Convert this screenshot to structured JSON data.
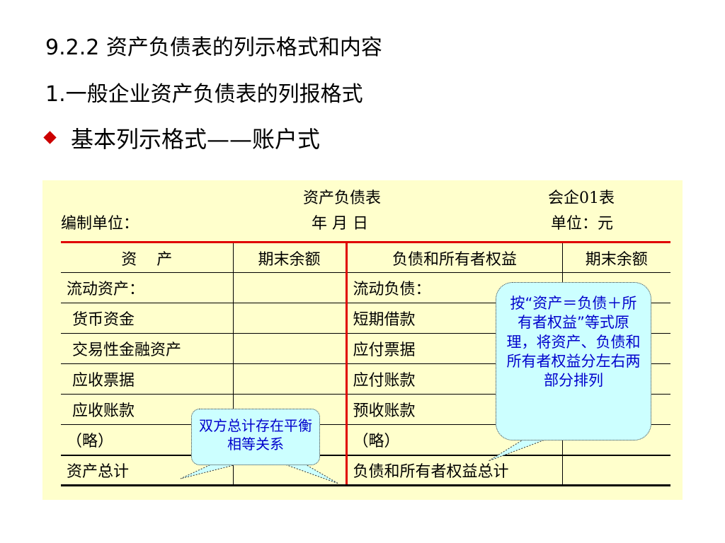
{
  "headings": {
    "section": "9.2.2  资产负债表的列示格式和内容",
    "subsection": "1.一般企业资产负债表的列报格式",
    "bullet": "基本列示格式——账户式"
  },
  "form": {
    "title": "资产负债表",
    "form_code": "会企01表",
    "prepared_by": "编制单位：",
    "date": "年  月  日",
    "unit": "单位：元"
  },
  "table": {
    "headers": [
      "资    产",
      "期末余额",
      "负债和所有者权益",
      "期末余额"
    ],
    "rows": [
      [
        "流动资产：",
        "",
        "流动负债：",
        ""
      ],
      [
        " 货币资金",
        "",
        "短期借款",
        ""
      ],
      [
        " 交易性金融资产",
        "",
        "应付票据",
        ""
      ],
      [
        " 应收票据",
        "",
        "应付账款",
        ""
      ],
      [
        " 应收账款",
        "",
        "预收账款",
        ""
      ],
      [
        "（略）",
        "",
        "（略）",
        ""
      ],
      [
        "资产总计",
        "",
        "负债和所有者权益总计",
        ""
      ]
    ]
  },
  "callouts": {
    "right": "按“资产＝负债＋所有者权益”等式原理，将资产、负债和所有者权益分左右两部分排列",
    "left": "双方总计存在平衡相等关系"
  },
  "colors": {
    "bullet": "#cc0000",
    "panel": "#ffffcc",
    "callout_fill": "#ccffff",
    "callout_text": "#0000cc",
    "rule": "#e00000"
  }
}
